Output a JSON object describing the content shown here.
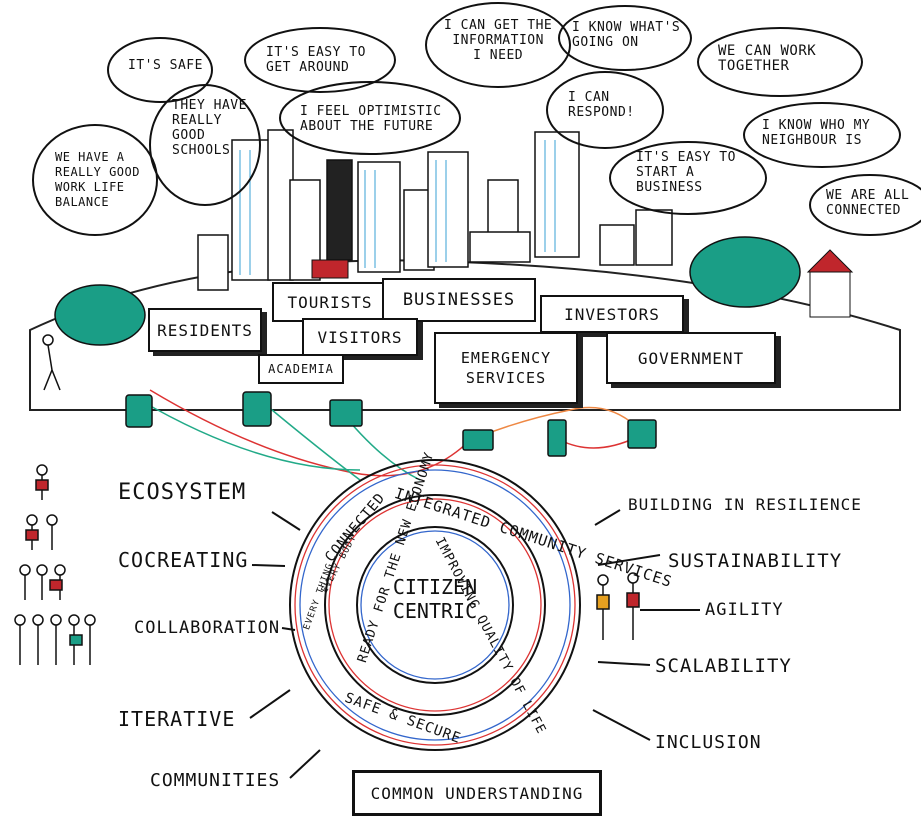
{
  "bubbles": [
    {
      "id": "safe",
      "text": "It's safe"
    },
    {
      "id": "schools",
      "text": "They have\nreally\ngood\nschools"
    },
    {
      "id": "worklife",
      "text": "We have a\nreally good\nwork life\nbalance"
    },
    {
      "id": "getaround",
      "text": "It's easy to\nget around"
    },
    {
      "id": "optimistic",
      "text": "I feel optimistic\nabout the future"
    },
    {
      "id": "info",
      "text": "I can get the\ninformation\nI need"
    },
    {
      "id": "knowing",
      "text": "I know what's\ngoing on"
    },
    {
      "id": "respond",
      "text": "I can\nrespond!"
    },
    {
      "id": "worktogether",
      "text": "We can work\ntogether"
    },
    {
      "id": "neighbour",
      "text": "I know who my\nneighbour is"
    },
    {
      "id": "business",
      "text": "It's easy to\nstart a\nbusiness"
    },
    {
      "id": "connected",
      "text": "We are all\nconnected"
    }
  ],
  "stakeholders": {
    "residents": "Residents",
    "tourists": "Tourists",
    "businesses": "Businesses",
    "investors": "Investors",
    "visitors": "Visitors",
    "academia": "Academia",
    "emergency": "Emergency\nServices",
    "government": "Government"
  },
  "left_terms": [
    "Ecosystem",
    "Cocreating",
    "Collaboration",
    "Iterative",
    "Communities"
  ],
  "right_terms": [
    "Building in Resilience",
    "Sustainability",
    "Agility",
    "Scalability",
    "Inclusion"
  ],
  "circle": {
    "center": "Citizen\nCentric",
    "outer": "Integrated Community Services",
    "everything": "Every thing",
    "everybody": "Every body",
    "connected": "Connected",
    "ready": "Ready for the new economy",
    "improving": "Improving quality of life",
    "safe": "Safe & Secure"
  },
  "bottom_box": "Common Understanding"
}
